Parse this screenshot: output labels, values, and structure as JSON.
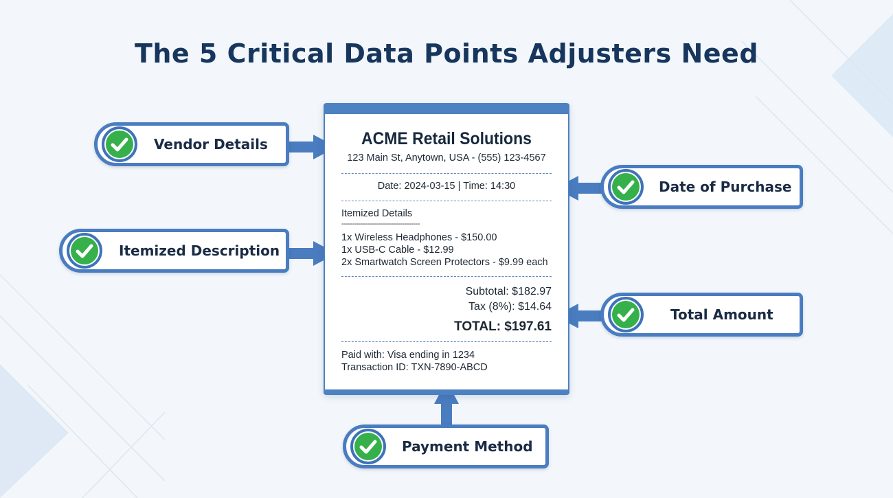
{
  "title": "The 5 Critical Data Points Adjusters Need",
  "receipt": {
    "store_name": "ACME Retail Solutions",
    "address": "123 Main St, Anytown, USA - (555) 123-4567",
    "date_time": "Date: 2024-03-15 | Time: 14:30",
    "items_heading": "Itemized Details",
    "items_divider": "------------------------------------",
    "items": [
      "1x Wireless Headphones - $150.00",
      "1x USB-C Cable - $12.99",
      "2x Smartwatch Screen Protectors - $9.99 each"
    ],
    "subtotal": "Subtotal: $182.97",
    "tax": "Tax (8%): $14.64",
    "total": "TOTAL: $197.61",
    "paid_with": "Paid with: Visa ending in 1234",
    "transaction_id": "Transaction ID: TXN-7890-ABCD"
  },
  "callouts": {
    "vendor": "Vendor Details",
    "itemized": "Itemized Description",
    "date": "Date of Purchase",
    "total": "Total Amount",
    "payment": "Payment Method"
  },
  "colors": {
    "title": "#17365d",
    "accent_blue": "#4a7cc0",
    "check_green": "#36b04a",
    "background": "#f3f7fb"
  },
  "icons": [
    "check-circle-icon",
    "arrow-right-icon",
    "arrow-left-icon",
    "arrow-up-icon"
  ]
}
